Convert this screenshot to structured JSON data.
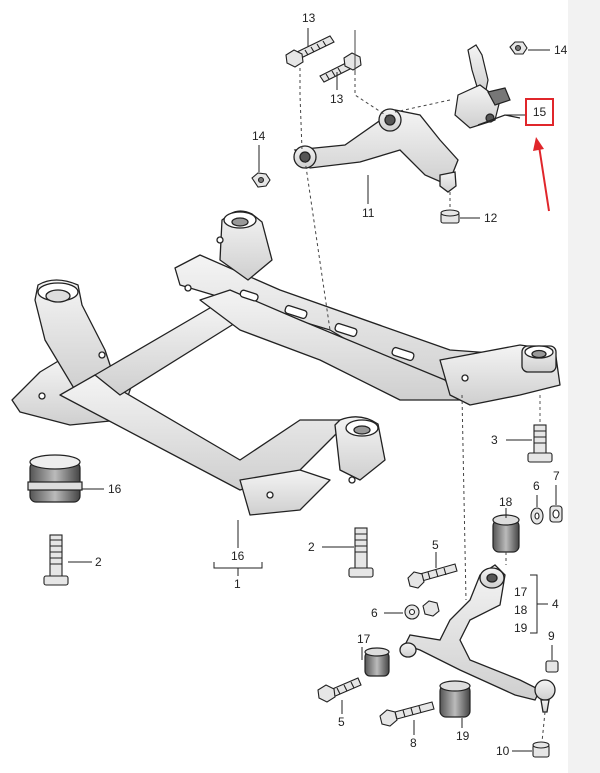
{
  "diagram": {
    "labels": {
      "l13a": "13",
      "l13b": "13",
      "l14a": "14",
      "l14b": "14",
      "l15": "15",
      "l11": "11",
      "l12": "12",
      "l3": "3",
      "l16a": "16",
      "l16b": "16",
      "l1": "1",
      "l2a": "2",
      "l2b": "2",
      "l6a": "6",
      "l7": "7",
      "l18a": "18",
      "l5a": "5",
      "l17a": "17",
      "l18b": "18",
      "l19a": "19",
      "l4": "4",
      "l6b": "6",
      "l17b": "17",
      "l9": "9",
      "l5b": "5",
      "l8": "8",
      "l19b": "19",
      "l10": "10"
    },
    "highlight_color": "#e0262b"
  }
}
